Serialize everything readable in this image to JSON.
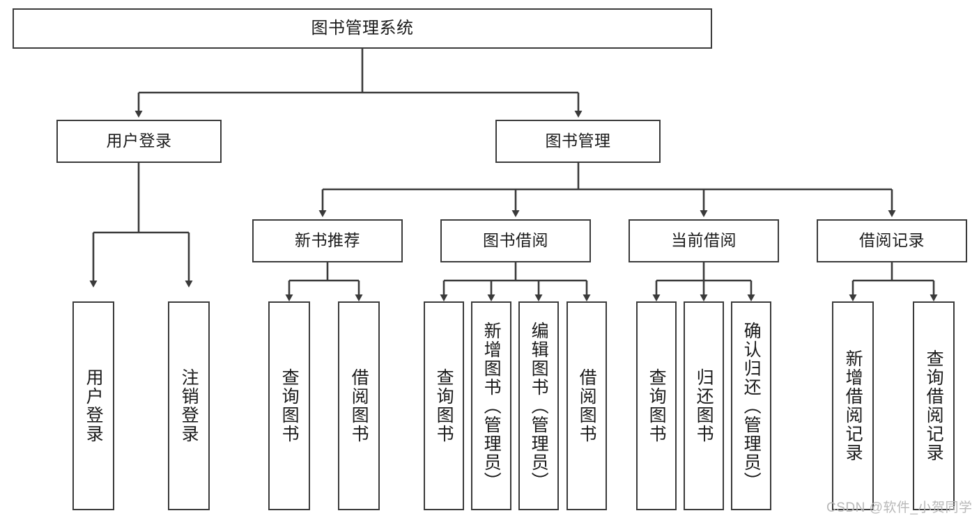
{
  "diagram": {
    "type": "tree-hierarchy",
    "title": "图书管理系统",
    "style": {
      "box_border_color": "#3a3a3a",
      "box_fill": "#ffffff",
      "line_color": "#3a3a3a",
      "text_color": "#1a1a1a",
      "background": "#ffffff"
    },
    "levels": {
      "root": {
        "label": "图书管理系统"
      },
      "level2": [
        {
          "label": "用户登录"
        },
        {
          "label": "图书管理"
        }
      ],
      "level3": [
        {
          "label": "新书推荐"
        },
        {
          "label": "图书借阅"
        },
        {
          "label": "当前借阅"
        },
        {
          "label": "借阅记录"
        }
      ],
      "leaves": {
        "user_login": [
          {
            "label": "用户登录"
          },
          {
            "label": "注销登录"
          }
        ],
        "new_book_recommend": [
          {
            "label": "查询图书"
          },
          {
            "label": "借阅图书"
          }
        ],
        "book_borrow": [
          {
            "label": "查询图书"
          },
          {
            "label": "新增图书（管理员）"
          },
          {
            "label": "编辑图书（管理员）"
          },
          {
            "label": "借阅图书"
          }
        ],
        "current_borrow": [
          {
            "label": "查询图书"
          },
          {
            "label": "归还图书"
          },
          {
            "label": "确认归还（管理员）"
          }
        ],
        "borrow_record": [
          {
            "label": "新增借阅记录"
          },
          {
            "label": "查询借阅记录"
          }
        ]
      }
    }
  },
  "watermark": {
    "text": "CSDN @软件_小贺同学"
  }
}
